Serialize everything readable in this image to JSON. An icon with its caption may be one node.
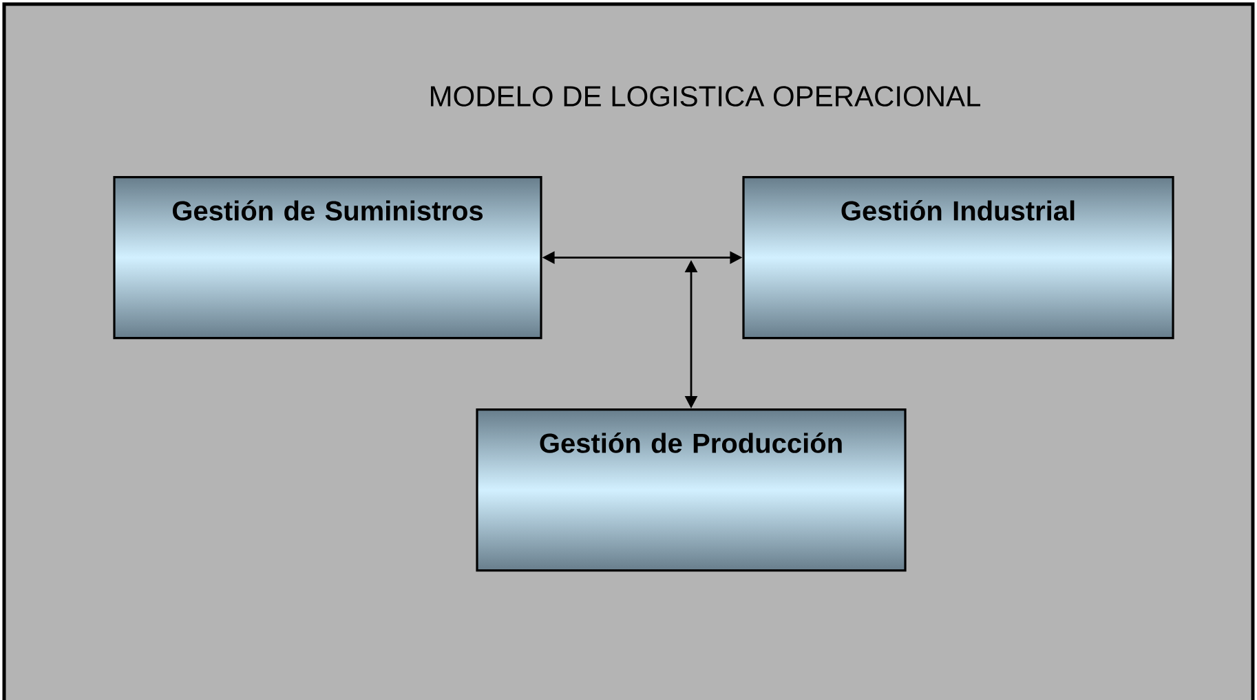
{
  "diagram": {
    "title": "MODELO DE LOGISTICA OPERACIONAL",
    "nodes": [
      {
        "text": [
          "Gestión de Suministros"
        ]
      },
      {
        "text": [
          "Gestión Industrial"
        ]
      },
      {
        "text": [
          "Gestión de Producción"
        ]
      }
    ],
    "edges": [
      {
        "from": 0,
        "to": 1,
        "arrow": "both"
      },
      {
        "from": null,
        "to": 2,
        "arrow": "both"
      }
    ]
  }
}
